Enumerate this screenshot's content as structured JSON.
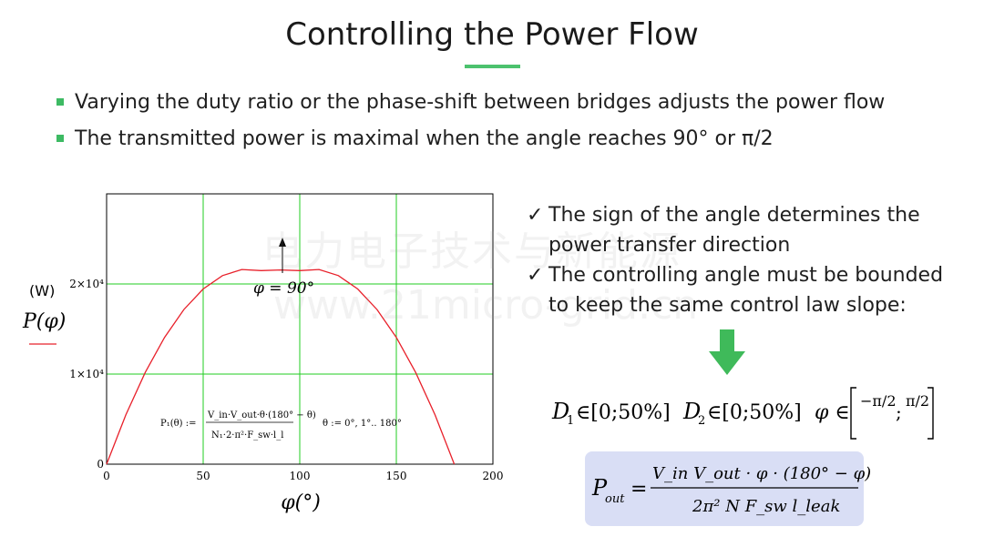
{
  "slide": {
    "title": "Controlling the Power Flow",
    "bullets": [
      "Varying the duty ratio or the phase-shift between bridges adjusts the power flow",
      "The transmitted power is maximal when the angle reaches 90° or π/2"
    ]
  },
  "watermark": {
    "line1": "电力电子技术与新能源",
    "line2": "www.21micro-grid.cn"
  },
  "right_panel": {
    "lines": [
      "The sign of the angle determines the",
      "power transfer direction",
      "The controlling angle must be bounded",
      "to keep the same control law slope:"
    ],
    "check_mark": "✓"
  },
  "constraints": {
    "d1_label": "D",
    "d1_sub": "1",
    "d1_range": "∈[0;50%]",
    "d2_label": "D",
    "d2_sub": "2",
    "d2_range": "∈[0;50%]",
    "phi_label": "φ ∈",
    "phi_range_lower": "−π/2",
    "phi_range_upper": "π/2"
  },
  "pout_formula": {
    "lhs": "P",
    "lhs_sub": "out",
    "numerator": "V_in V_out · φ · (180° − φ)",
    "denominator": "2π² N F_sw l_leak"
  },
  "colors": {
    "accent_green": "#4cc26e",
    "grid_green": "#22cc22",
    "curve_red": "#e8202a",
    "formula_box": "#d9def5",
    "arrow_green": "#3fba5a"
  },
  "chart_data": {
    "type": "line",
    "title": "",
    "xlabel": "φ(°)",
    "ylabel": "P(φ)",
    "yunit": "(W)",
    "xlim": [
      0,
      200
    ],
    "ylim": [
      0,
      30000
    ],
    "xticks": [
      {
        "value": 0,
        "label": "0"
      },
      {
        "value": 50,
        "label": "50"
      },
      {
        "value": 100,
        "label": "100"
      },
      {
        "value": 150,
        "label": "150"
      },
      {
        "value": 200,
        "label": "200"
      }
    ],
    "yticks": [
      {
        "value": 0,
        "label": "0"
      },
      {
        "value": 10000,
        "label": "1×10⁴"
      },
      {
        "value": 20000,
        "label": "2×10⁴"
      }
    ],
    "grid": true,
    "series": [
      {
        "x": [
          0,
          10,
          20,
          30,
          40,
          50,
          60,
          70,
          80,
          90,
          100,
          110,
          120,
          130,
          140,
          150,
          160,
          170,
          180
        ],
        "y": [
          0,
          5494,
          10185,
          14074,
          17160,
          19444,
          20926,
          21605,
          21481,
          21556,
          21481,
          21605,
          20926,
          19444,
          17160,
          14074,
          10185,
          5494,
          0
        ]
      }
    ],
    "annotations": [
      {
        "text": "φ = 90°",
        "x": 90,
        "y": 21800
      }
    ],
    "inset_formula": {
      "lhs": "P₁(θ) :=",
      "numerator": "V_in·V_out·θ·(180° − θ)",
      "denominator": "N₁·2·π²·F_sw·l_l",
      "range": "θ := 0°, 1°.. 180°"
    }
  }
}
